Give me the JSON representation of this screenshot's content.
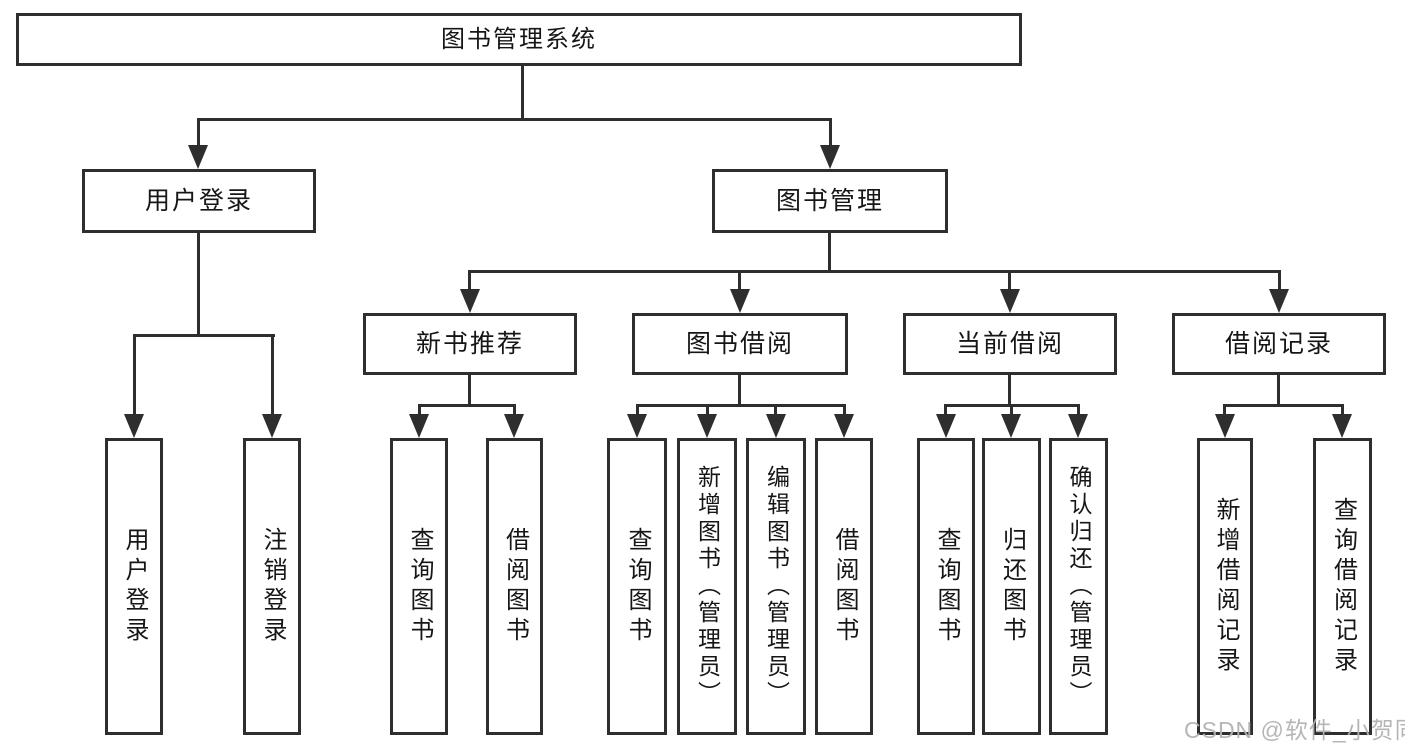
{
  "diagram": {
    "root": {
      "label": "图书管理系统"
    },
    "branches": [
      {
        "label": "用户登录",
        "children": [
          {
            "label": "用户登录"
          },
          {
            "label": "注销登录"
          }
        ]
      },
      {
        "label": "图书管理",
        "children": [
          {
            "label": "新书推荐",
            "children": [
              {
                "label": "查询图书"
              },
              {
                "label": "借阅图书"
              }
            ]
          },
          {
            "label": "图书借阅",
            "children": [
              {
                "label": "查询图书"
              },
              {
                "label": "新增图书（管理员）"
              },
              {
                "label": "编辑图书（管理员）"
              },
              {
                "label": "借阅图书"
              }
            ]
          },
          {
            "label": "当前借阅",
            "children": [
              {
                "label": "查询图书"
              },
              {
                "label": "归还图书"
              },
              {
                "label": "确认归还（管理员）"
              }
            ]
          },
          {
            "label": "借阅记录",
            "children": [
              {
                "label": "新增借阅记录"
              },
              {
                "label": "查询借阅记录"
              }
            ]
          }
        ]
      }
    ]
  },
  "watermark": {
    "text": "CSDN @软件_小贺同学"
  },
  "colors": {
    "line": "#2e2e2e",
    "text": "#161616",
    "background": "#ffffff",
    "watermark": "#b2b2b2"
  }
}
